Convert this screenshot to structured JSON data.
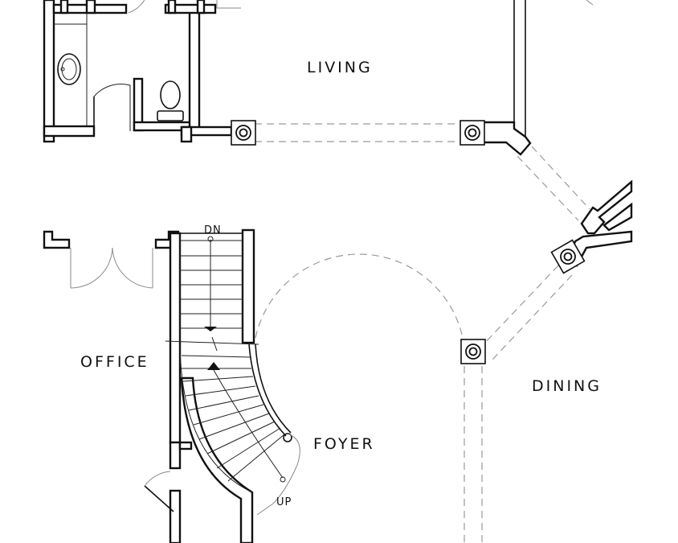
{
  "rooms": {
    "living": "LIVING",
    "office": "OFFICE",
    "foyer": "FOYER",
    "dining": "DINING"
  },
  "stairs": {
    "down": "DN",
    "up": "UP"
  },
  "colors": {
    "ink": "#111111",
    "hidden_line": "#9a9a9a",
    "background": "#ffffff"
  },
  "icons": [
    "sink-icon",
    "toilet-icon",
    "column-icon",
    "door-swing-icon",
    "stair-arrow-icon"
  ]
}
